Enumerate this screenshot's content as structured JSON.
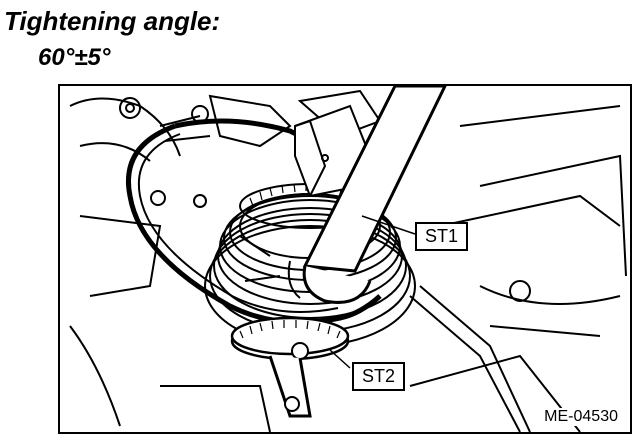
{
  "header": {
    "title": "Tightening angle:",
    "value": "60°±5°"
  },
  "figure": {
    "callouts": [
      "ST1",
      "ST2"
    ],
    "code": "ME-04530"
  }
}
